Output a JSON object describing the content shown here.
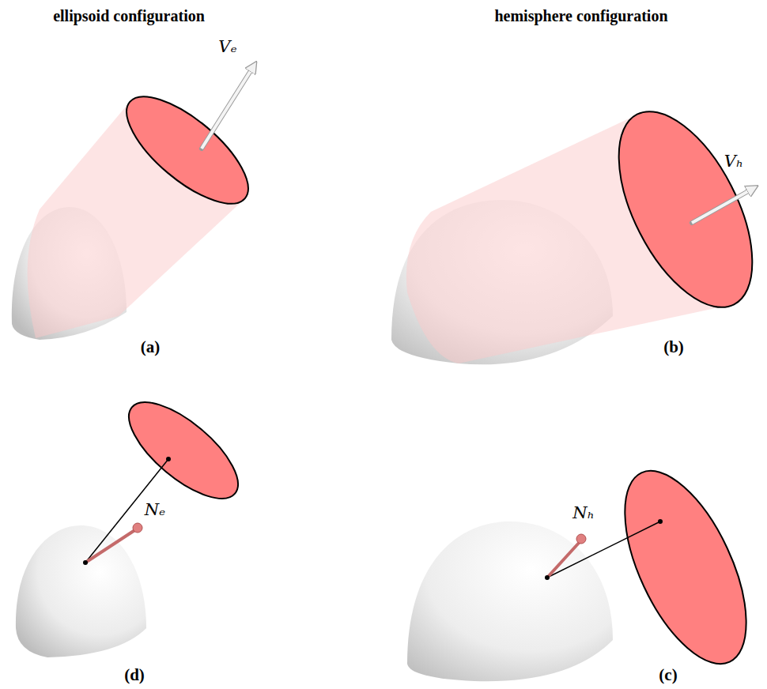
{
  "diagram": {
    "labels": [
      "ellipsoid configuration",
      "hemisphere configuration",
      "Vₑ",
      "(a)",
      "Vₕ",
      "(b)",
      "Nₑ",
      "(d)",
      "Nₕ",
      "(c)"
    ]
  }
}
